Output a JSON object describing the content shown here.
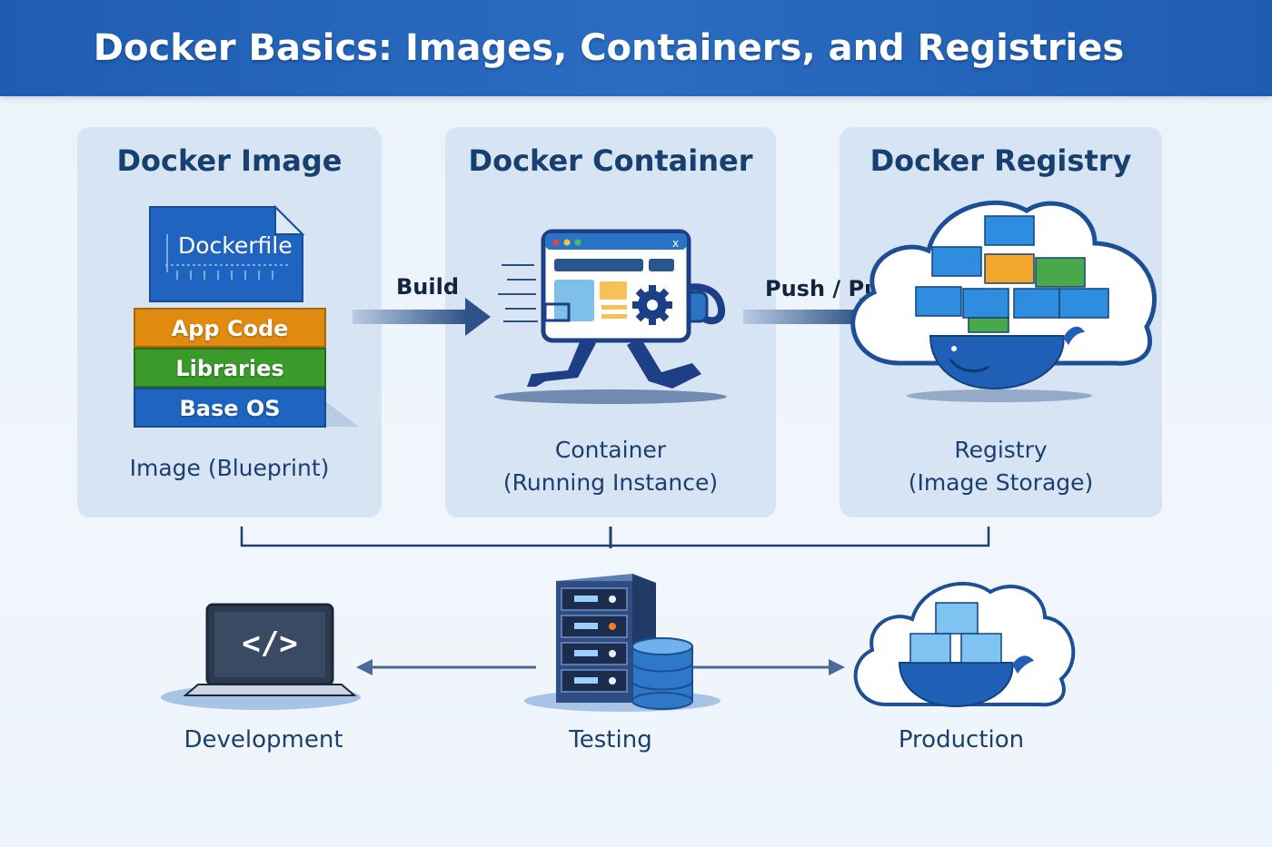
{
  "title": "Docker Basics: Images, Containers, and Registries",
  "panels": {
    "image": {
      "title": "Docker Image",
      "dockerfile_label": "Dockerfile",
      "layers": [
        "App Code",
        "Libraries",
        "Base OS"
      ],
      "caption": "Image (Blueprint)"
    },
    "container": {
      "title": "Docker Container",
      "caption_line1": "Container",
      "caption_line2": "(Running Instance)"
    },
    "registry": {
      "title": "Docker Registry",
      "caption_line1": "Registry",
      "caption_line2": "(Image Storage)"
    }
  },
  "arrows": {
    "build": "Build",
    "push_pull": "Push / Pull"
  },
  "environments": [
    "Development",
    "Testing",
    "Production"
  ],
  "colors": {
    "header": "#1f5db2",
    "panel": "#d6e4f4",
    "title_text": "#17406f",
    "app_code": "#e08a10",
    "libraries": "#3a9a2a",
    "base_os": "#1e64c0",
    "dockerfile": "#1e64c0"
  },
  "icons": [
    "code-icon",
    "server-icon",
    "database-icon",
    "cloud-icon",
    "whale-icon",
    "running-container-icon"
  ]
}
